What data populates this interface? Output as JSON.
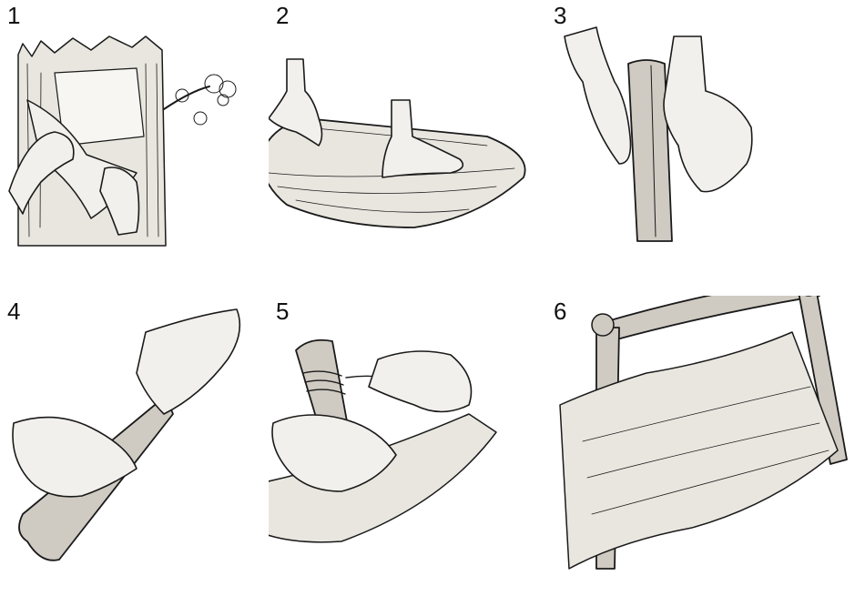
{
  "steps": [
    {
      "number": "1",
      "icon": "peel-bark-icon"
    },
    {
      "number": "2",
      "icon": "fold-bark-icon"
    },
    {
      "number": "3",
      "icon": "split-stick-icon"
    },
    {
      "number": "4",
      "icon": "insert-bark-icon"
    },
    {
      "number": "5",
      "icon": "bind-cord-icon"
    },
    {
      "number": "6",
      "icon": "finished-frame-icon"
    }
  ]
}
